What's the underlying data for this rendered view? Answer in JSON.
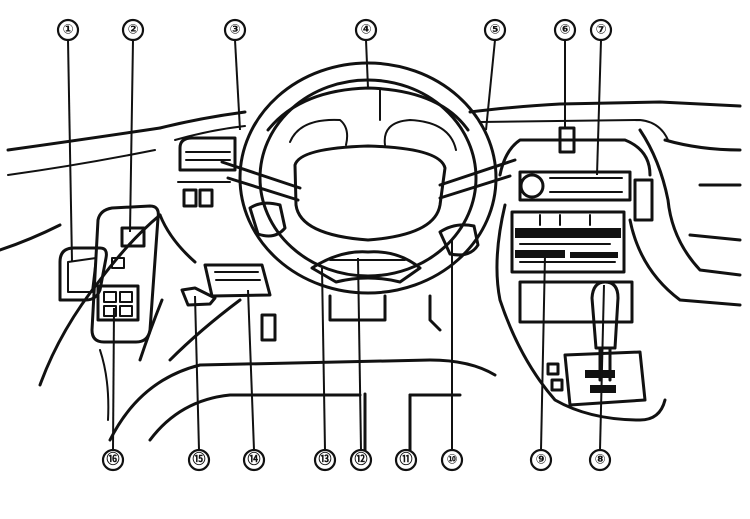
{
  "callouts": [
    {
      "id": "c1",
      "label": "①"
    },
    {
      "id": "c2",
      "label": "②"
    },
    {
      "id": "c3",
      "label": "③"
    },
    {
      "id": "c4",
      "label": "④"
    },
    {
      "id": "c5",
      "label": "⑤"
    },
    {
      "id": "c6",
      "label": "⑥"
    },
    {
      "id": "c7",
      "label": "⑦"
    },
    {
      "id": "c8",
      "label": "⑧"
    },
    {
      "id": "c9",
      "label": "⑨"
    },
    {
      "id": "c10",
      "label": "⑩"
    },
    {
      "id": "c11",
      "label": "⑪"
    },
    {
      "id": "c12",
      "label": "⑫"
    },
    {
      "id": "c13",
      "label": "⑬"
    },
    {
      "id": "c14",
      "label": "⑭"
    },
    {
      "id": "c15",
      "label": "⑮"
    },
    {
      "id": "c16",
      "label": "⑯"
    }
  ]
}
